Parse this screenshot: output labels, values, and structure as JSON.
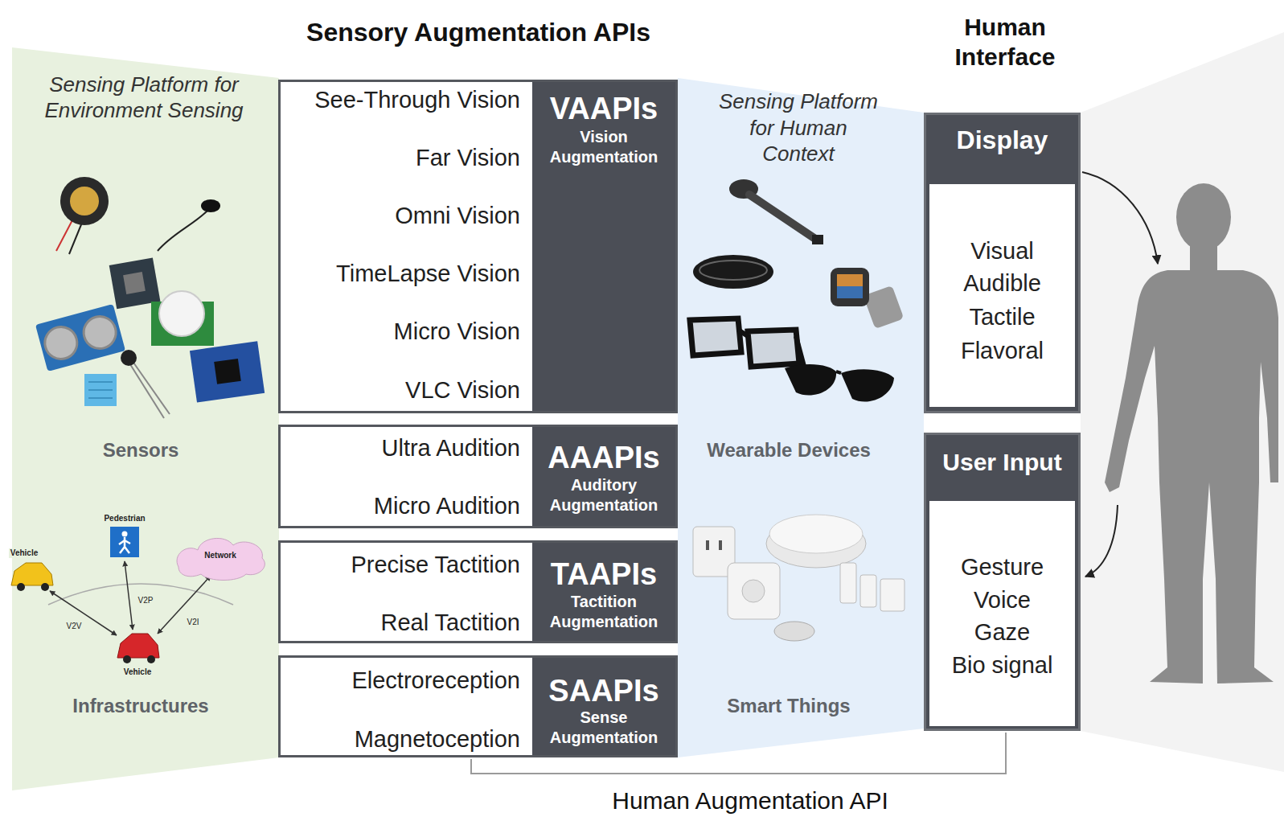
{
  "diagram": {
    "title": "Sensory Augmentation APIs",
    "nodes": [
      {
        "text": [
          "Sensing Platform for Environment Sensing",
          "Sensors",
          "Infrastructures"
        ]
      },
      {
        "text": [
          "See-Through Vision",
          "Far Vision",
          "Omni Vision",
          "TimeLapse Vision",
          "Micro Vision",
          "VLC Vision"
        ]
      },
      {
        "text": [
          "VAAPIs",
          "Vision Augmentation"
        ],
        "in": 1
      },
      {
        "text": [
          "Ultra Audition",
          "Micro Audition"
        ]
      },
      {
        "text": [
          "AAAPIs",
          "Auditory Augmentation"
        ],
        "in": 3
      },
      {
        "text": [
          "Precise Tactition",
          "Real Tactition"
        ]
      },
      {
        "text": [
          "TAAPIs",
          "Tactition Augmentation"
        ],
        "in": 5
      },
      {
        "text": [
          "Electroreception",
          "Magnetoception"
        ]
      },
      {
        "text": [
          "SAAPIs",
          "Sense Augmentation"
        ],
        "in": 7
      },
      {
        "text": [
          "Sensing Platform for Human Context",
          "Wearable Devices",
          "Smart Things"
        ]
      },
      {
        "text": [
          "Display"
        ]
      },
      {
        "text": [
          "Visual",
          "Audible",
          "Tactile",
          "Flavoral"
        ],
        "in": 10
      },
      {
        "text": [
          "User Input"
        ]
      },
      {
        "text": [
          "Gesture",
          "Voice",
          "Gaze",
          "Bio signal"
        ],
        "in": 12
      }
    ],
    "labels": [
      "Human Interface",
      "Pedestrian",
      "Vehicle",
      "Network",
      "V2P",
      "V2V",
      "V2I",
      "Vehicle",
      "Human Augmentation API"
    ]
  }
}
